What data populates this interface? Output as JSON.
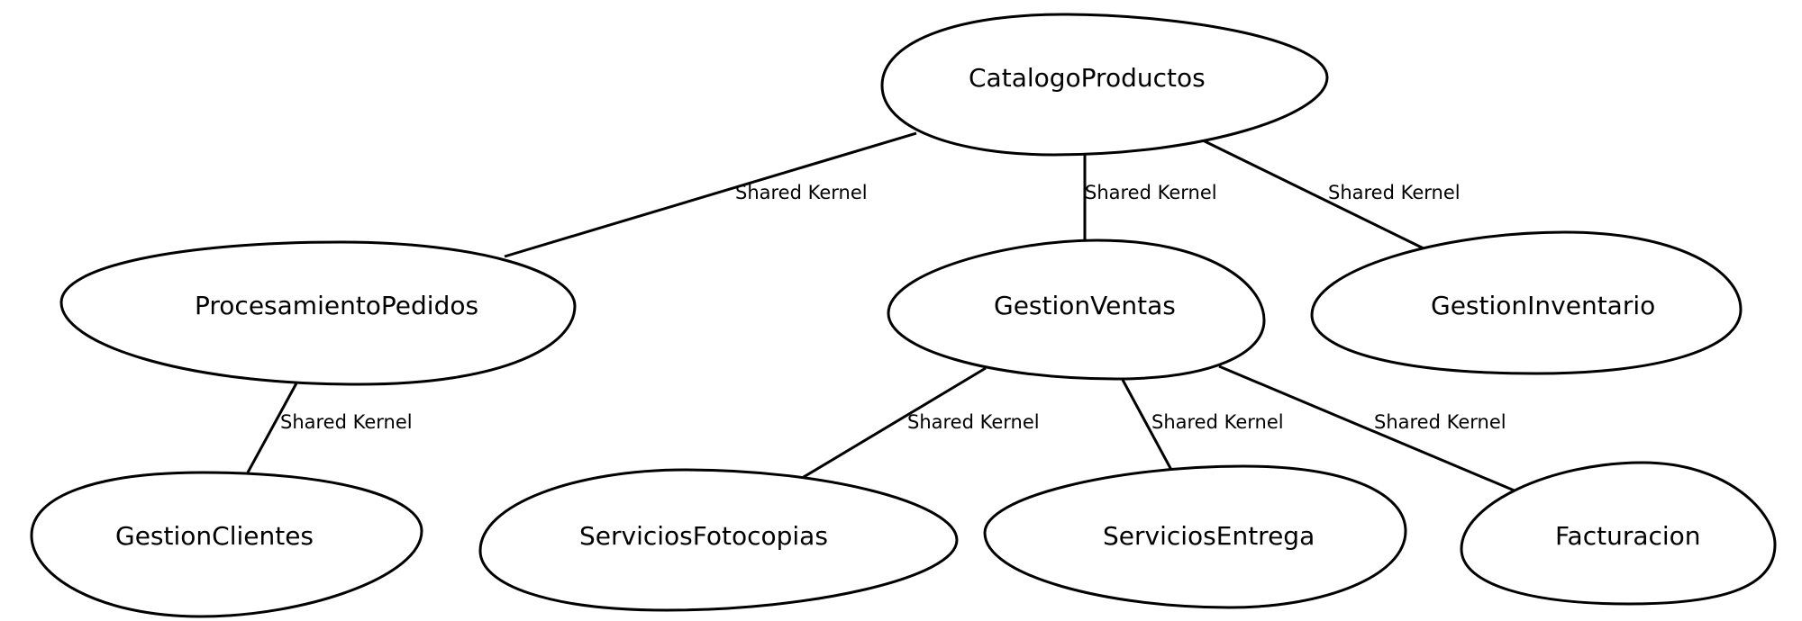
{
  "nodes": [
    {
      "id": "catalogo",
      "label": "CatalogoProductos"
    },
    {
      "id": "pedidos",
      "label": "ProcesamientoPedidos"
    },
    {
      "id": "ventas",
      "label": "GestionVentas"
    },
    {
      "id": "inventario",
      "label": "GestionInventario"
    },
    {
      "id": "clientes",
      "label": "GestionClientes"
    },
    {
      "id": "fotocopias",
      "label": "ServiciosFotocopias"
    },
    {
      "id": "entrega",
      "label": "ServiciosEntrega"
    },
    {
      "id": "facturacion",
      "label": "Facturacion"
    }
  ],
  "edges": [
    {
      "id": "catalogo-pedidos",
      "from": "catalogo",
      "to": "pedidos",
      "label": "Shared Kernel"
    },
    {
      "id": "catalogo-ventas",
      "from": "catalogo",
      "to": "ventas",
      "label": "Shared Kernel"
    },
    {
      "id": "catalogo-inventario",
      "from": "catalogo",
      "to": "inventario",
      "label": "Shared Kernel"
    },
    {
      "id": "pedidos-clientes",
      "from": "pedidos",
      "to": "clientes",
      "label": "Shared Kernel"
    },
    {
      "id": "ventas-fotocopias",
      "from": "ventas",
      "to": "fotocopias",
      "label": "Shared Kernel"
    },
    {
      "id": "ventas-entrega",
      "from": "ventas",
      "to": "entrega",
      "label": "Shared Kernel"
    },
    {
      "id": "ventas-facturacion",
      "from": "ventas",
      "to": "facturacion",
      "label": "Shared Kernel"
    }
  ]
}
